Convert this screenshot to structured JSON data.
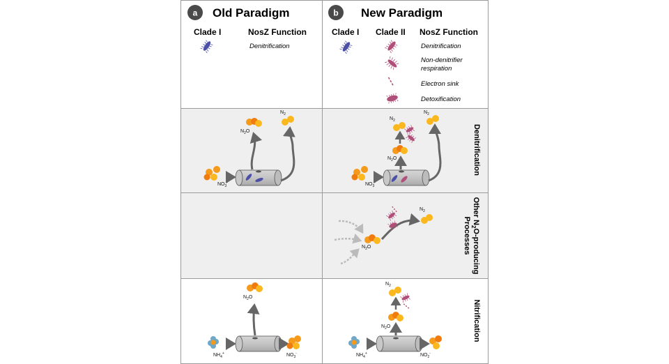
{
  "panel_a": {
    "badge": "a",
    "title": "Old Paradigm",
    "headers": {
      "clade1": "Clade I",
      "function": "NosZ Function"
    },
    "functions": [
      "Denitrification"
    ]
  },
  "panel_b": {
    "badge": "b",
    "title": "New Paradigm",
    "headers": {
      "clade1": "Clade I",
      "clade2": "Clade II",
      "function": "NosZ Function"
    },
    "functions": [
      "Denitrification",
      "Non-denitrifier",
      "respiration",
      "Electron sink",
      "Detoxification"
    ]
  },
  "rows": {
    "denitrification": "Denitrification",
    "other_line1": "Other N",
    "other_sub": "2",
    "other_line1b": "O-producing",
    "other_line2": "Processes",
    "nitrification": "Nitrification"
  },
  "chem": {
    "n2o": "N",
    "n2o_sub": "2",
    "n2o_o": "O",
    "n2": "N",
    "n2_sub": "2",
    "no3": "NO",
    "no3_sub": "3",
    "no3_sup": "-",
    "nh4": "NH",
    "nh4_sub": "4",
    "nh4_sup": "+",
    "no2": "NO",
    "no2_sub": "2",
    "no2_sup": "-"
  },
  "colors": {
    "clade1": "#4b4fa8",
    "clade2": "#b0507a",
    "n_atom": "#f59a1a",
    "o_atom": "#fbb81e",
    "nh_atom": "#6fa8c8",
    "panel_gray": "#efefef",
    "arrow": "#666666"
  }
}
